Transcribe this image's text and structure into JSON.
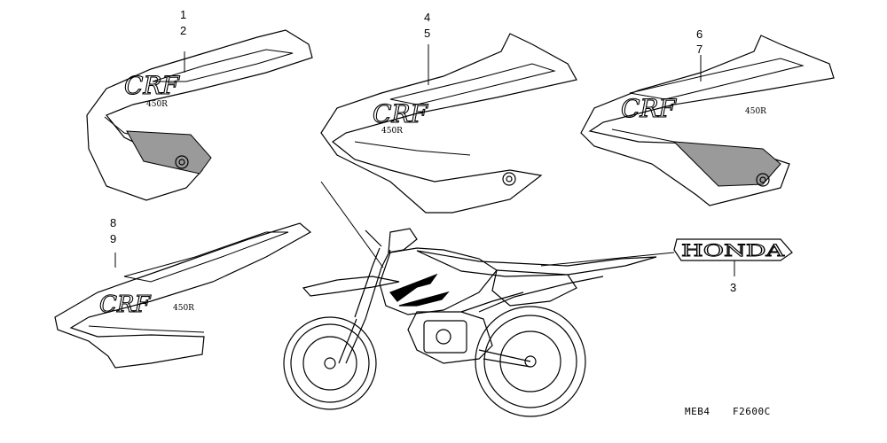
{
  "callouts": {
    "c1": "1",
    "c2": "2",
    "c4": "4",
    "c5": "5",
    "c6": "6",
    "c7": "7",
    "c8": "8",
    "c9": "9",
    "c3": "3"
  },
  "emblem": {
    "text": "HONDA"
  },
  "drawing_codes": {
    "model": "MEB4",
    "figure": "F2600C"
  },
  "colors": {
    "line": "#000000",
    "background": "#ffffff",
    "stripe": "#9a9a9a"
  }
}
